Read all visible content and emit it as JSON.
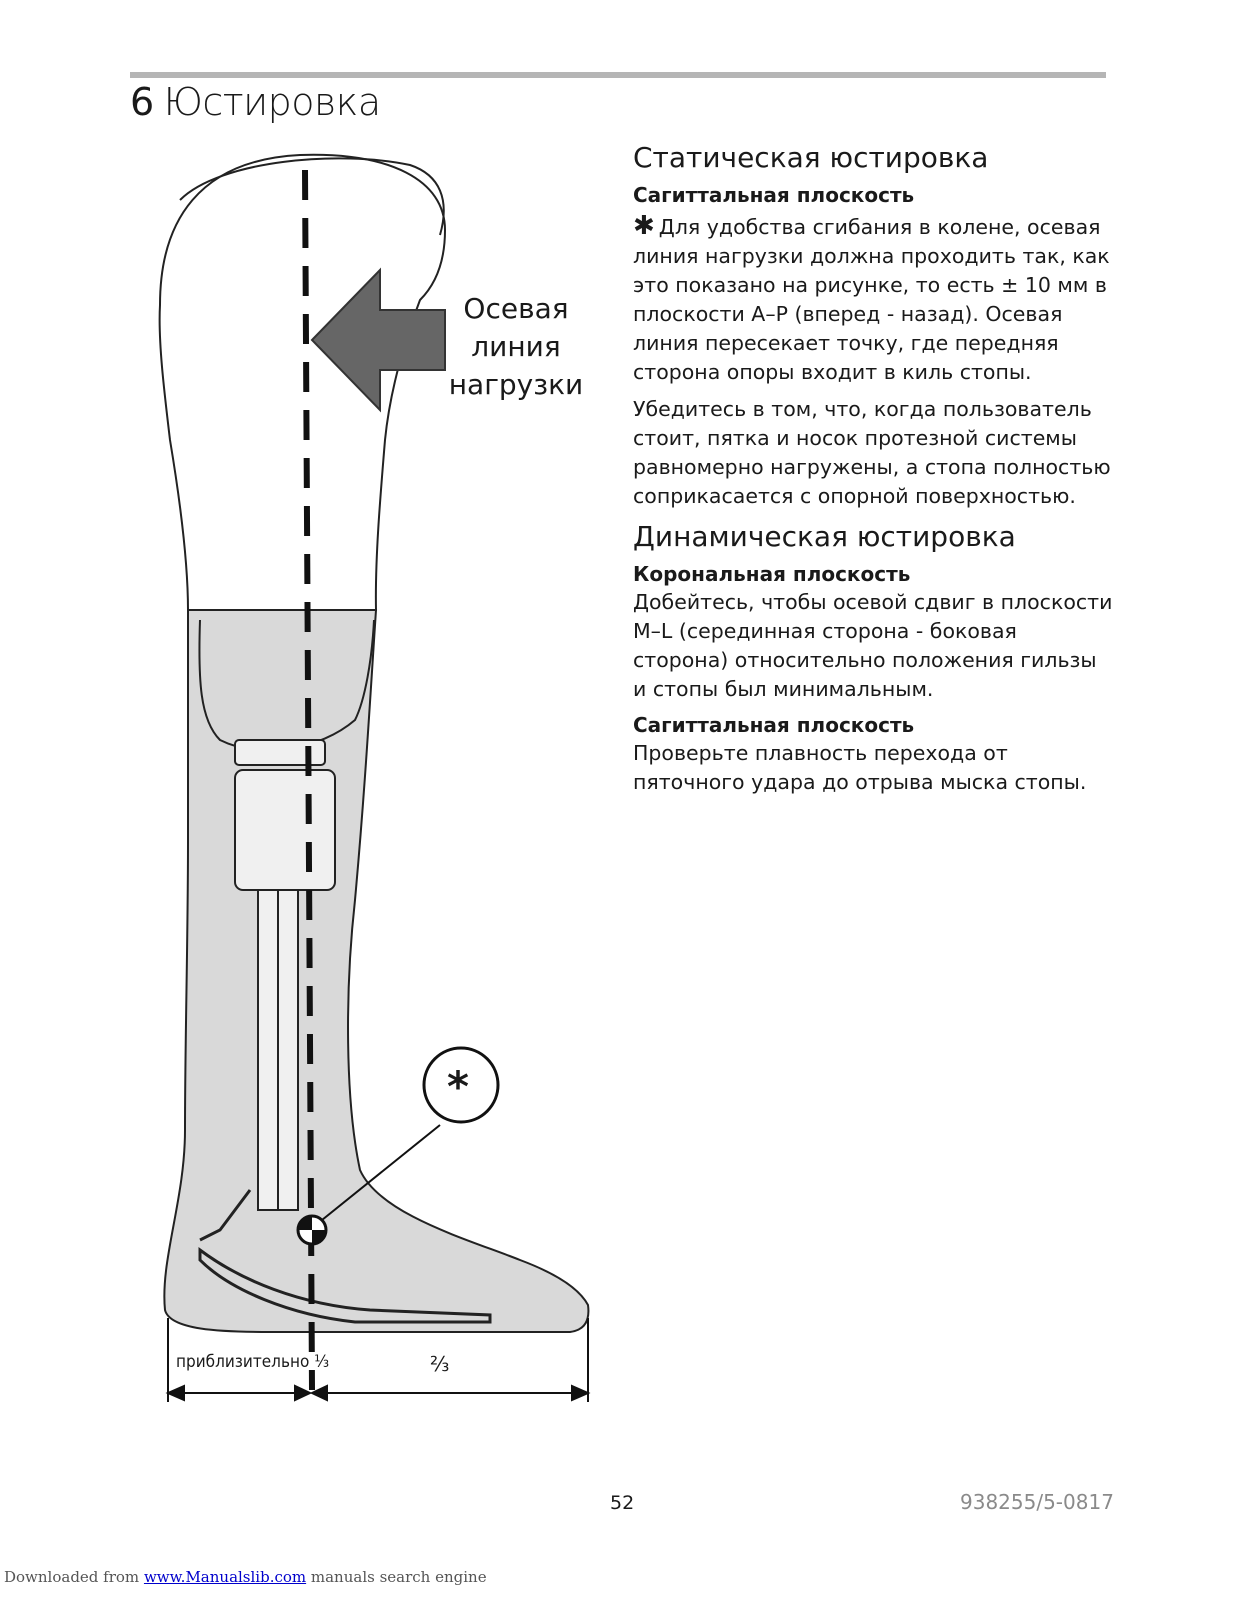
{
  "header": {
    "section_number": "6",
    "section_title": "Юстировка"
  },
  "figure": {
    "arrow_label": [
      "Осевая",
      "линия",
      "нагрузки"
    ],
    "asterisk": "*",
    "fraction_left": "приблизительно ⅓",
    "fraction_right": "⅔"
  },
  "content": {
    "static_heading": "Статическая юстировка",
    "sagittal_heading_1": "Сагиттальная плоскость",
    "asterisk_mark": "✱",
    "para_1": "Для удобства сгибания в колене, осевая линия нагрузки должна проходить так, как это показано на рисунке, то есть ± 10 мм в плоскости A–P (вперед - назад). Осевая линия пересекает точку, где передняя сторона опоры входит в киль стопы.",
    "para_2": "Убедитесь в том, что, когда пользователь стоит, пятка и носок протезной системы равномерно нагружены, а стопа полностью соприкасается с опорной поверхностью.",
    "dynamic_heading": "Динамическая юстировка",
    "coronal_heading": "Корональная плоскость",
    "para_3": "Добейтесь, чтобы осевой сдвиг в плоскости M–L (серединная сторона - боковая сторона) относительно положения гильзы и стопы был минимальным.",
    "sagittal_heading_2": "Сагиттальная плоскость",
    "para_4": "Проверьте плавность перехода от пяточного удара до отрыва мыска стопы."
  },
  "footer": {
    "page_number": "52",
    "doc_code": "938255/5-0817",
    "download_prefix": "Downloaded from",
    "download_link": "www.Manualslib.com",
    "download_suffix": " manuals search engine"
  }
}
